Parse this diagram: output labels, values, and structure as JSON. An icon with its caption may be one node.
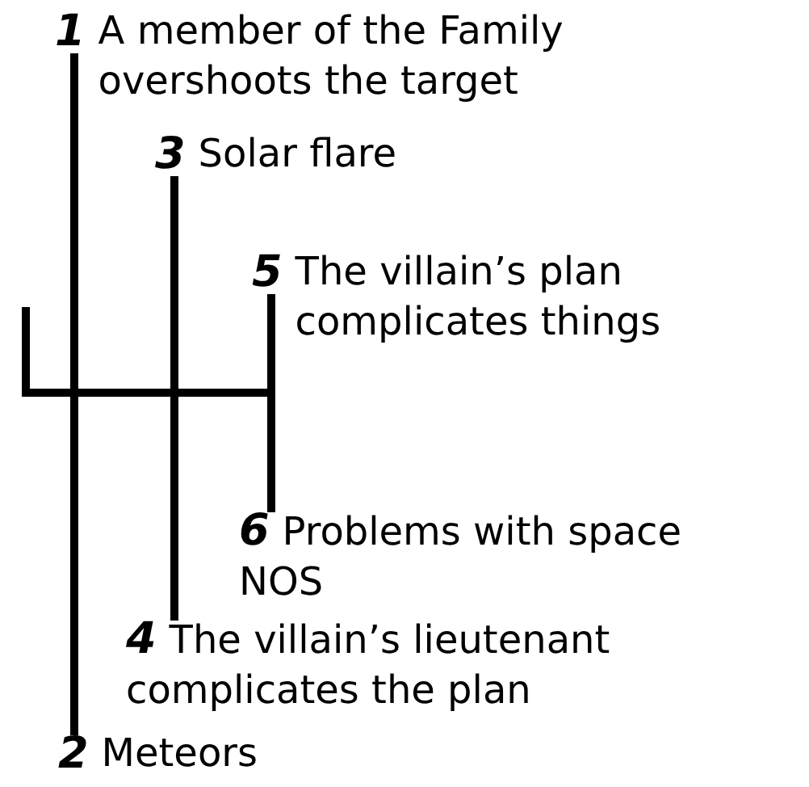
{
  "diagram": {
    "nodes": [
      {
        "text": [
          "1",
          "A member of the Family overshoots the target"
        ]
      },
      {
        "text": [
          "2",
          "Meteors"
        ]
      },
      {
        "text": [
          "3",
          "Solar flare"
        ]
      },
      {
        "text": [
          "4",
          "The villain’s lieutenant complicates the plan"
        ]
      },
      {
        "text": [
          "5",
          "The villain’s plan complicates things"
        ]
      },
      {
        "text": [
          "6",
          "Problems with space NOS"
        ]
      }
    ],
    "edges": [
      {
        "from": 0,
        "to": 1,
        "arrow": "none"
      },
      {
        "from": 2,
        "to": 3,
        "arrow": "none"
      },
      {
        "from": 4,
        "to": 5,
        "arrow": "none"
      }
    ]
  }
}
